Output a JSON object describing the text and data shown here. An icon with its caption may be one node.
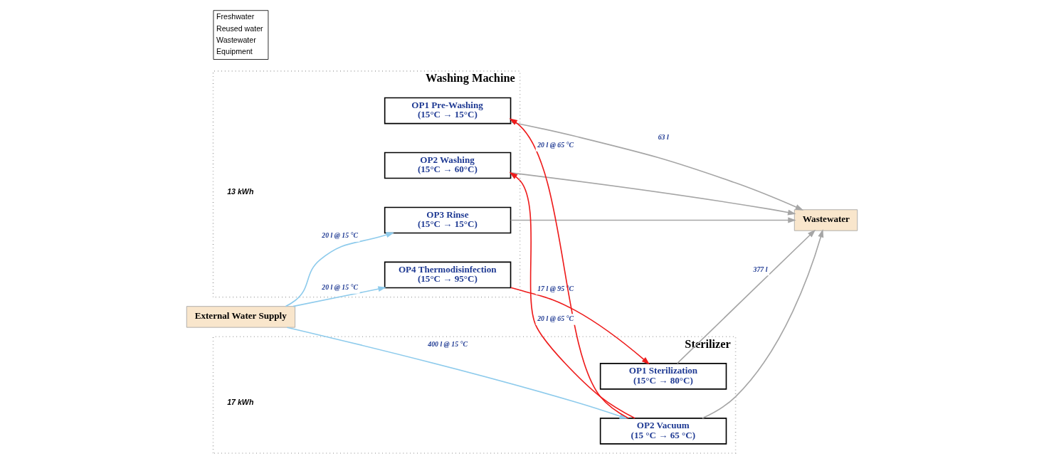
{
  "diagram": {
    "nodes": [
      {
        "text": [
          "External Water Supply"
        ]
      },
      {
        "text": [
          "Washing Machine",
          "13 kWh"
        ]
      },
      {
        "text": [
          "OP1 Pre-Washing",
          "(15°C → 15°C)"
        ],
        "in": 1
      },
      {
        "text": [
          "OP2 Washing",
          "(15°C → 60°C)"
        ],
        "in": 1
      },
      {
        "text": [
          "OP3 Rinse",
          "(15°C → 15°C)"
        ],
        "in": 1
      },
      {
        "text": [
          "OP4 Thermodisinfection",
          "(15°C → 95°C)"
        ],
        "in": 1
      },
      {
        "text": [
          "Sterilizer",
          "17 kWh"
        ]
      },
      {
        "text": [
          "OP1 Sterilization",
          "(15°C → 80°C)"
        ],
        "in": 6
      },
      {
        "text": [
          "OP2 Vacuum",
          "(15 °C → 65 °C)"
        ],
        "in": 6
      },
      {
        "text": [
          "Wastewater"
        ]
      }
    ],
    "edges": [
      {
        "from": 8,
        "to": 2,
        "arrow": "to",
        "label": "20 l @ 65 °C",
        "color": "#ee1c1c"
      },
      {
        "from": 8,
        "to": 3,
        "arrow": "to",
        "label": "20 l @ 65 °C",
        "color": "#ee1c1c"
      },
      {
        "from": 0,
        "to": 4,
        "arrow": "to",
        "label": "20 l @ 15 °C",
        "color": "#8ecbec"
      },
      {
        "from": 0,
        "to": 5,
        "arrow": "to",
        "label": "20 l @ 15 °C",
        "color": "#8ecbec"
      },
      {
        "from": 0,
        "to": 8,
        "arrow": "to",
        "label": "400 l @ 15 °C",
        "color": "#8ecbec"
      },
      {
        "from": 5,
        "to": 7,
        "arrow": "to",
        "label": "17 l @ 95 °C",
        "color": "#ee1c1c"
      },
      {
        "from": 2,
        "to": 9,
        "arrow": "to",
        "label": "63 l"
      },
      {
        "from": 3,
        "to": 9,
        "arrow": "to"
      },
      {
        "from": 4,
        "to": 9,
        "arrow": "to"
      },
      {
        "from": 7,
        "to": 9,
        "arrow": "to",
        "label": "377 l"
      },
      {
        "from": 8,
        "to": 9,
        "arrow": "to"
      }
    ],
    "legend": [
      {
        "text": "Freshwater"
      },
      {
        "text": "Reused water"
      },
      {
        "text": "Wastewater"
      },
      {
        "text": "Equipment"
      }
    ]
  }
}
